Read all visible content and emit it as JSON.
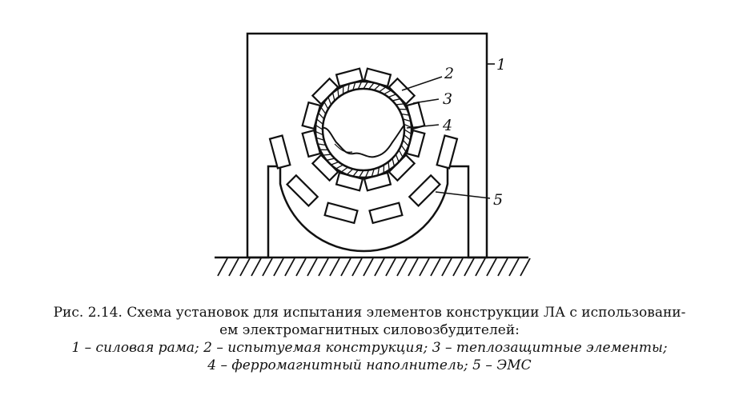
{
  "figure": {
    "labels": [
      "1",
      "2",
      "3",
      "4",
      "5"
    ]
  },
  "caption": {
    "line1": "Рис. 2.14. Схема установок для испытания элементов конструкции ЛА с использовани-",
    "line2": "ем электромагнитных силовозбудителей:",
    "line3": "1 – силовая рама; 2 – испытуемая конструкция; 3 – теплозащитные элементы;",
    "line4": "4 – ферромагнитный наполнитель; 5 – ЭМС"
  }
}
